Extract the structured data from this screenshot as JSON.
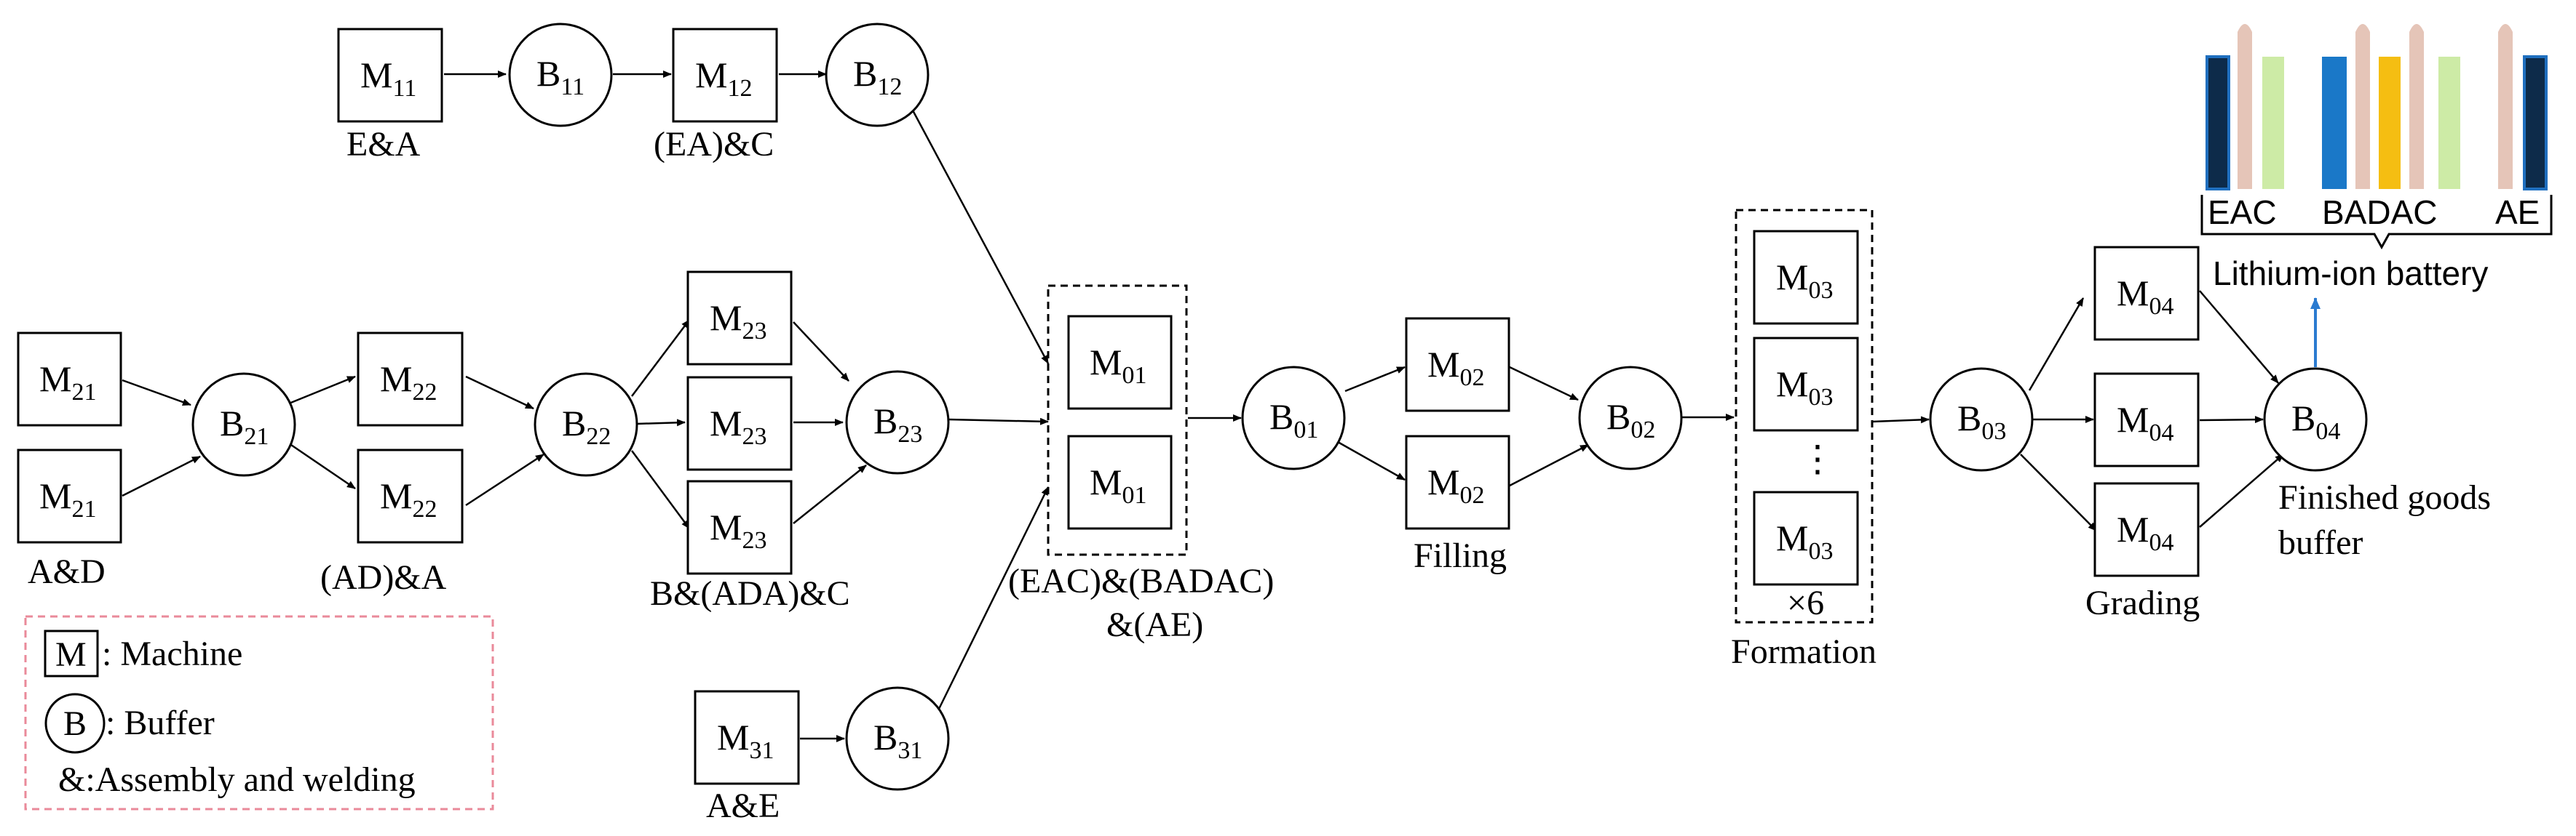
{
  "machines": {
    "M11": {
      "letter": "M",
      "sub": "11"
    },
    "M12": {
      "letter": "M",
      "sub": "12"
    },
    "M21": {
      "letter": "M",
      "sub": "21"
    },
    "M22": {
      "letter": "M",
      "sub": "22"
    },
    "M23": {
      "letter": "M",
      "sub": "23"
    },
    "M31": {
      "letter": "M",
      "sub": "31"
    },
    "M01": {
      "letter": "M",
      "sub": "01"
    },
    "M02": {
      "letter": "M",
      "sub": "02"
    },
    "M03": {
      "letter": "M",
      "sub": "03"
    },
    "M04": {
      "letter": "M",
      "sub": "04"
    }
  },
  "buffers": {
    "B11": {
      "letter": "B",
      "sub": "11"
    },
    "B12": {
      "letter": "B",
      "sub": "12"
    },
    "B21": {
      "letter": "B",
      "sub": "21"
    },
    "B22": {
      "letter": "B",
      "sub": "22"
    },
    "B23": {
      "letter": "B",
      "sub": "23"
    },
    "B31": {
      "letter": "B",
      "sub": "31"
    },
    "B01": {
      "letter": "B",
      "sub": "01"
    },
    "B02": {
      "letter": "B",
      "sub": "02"
    },
    "B03": {
      "letter": "B",
      "sub": "03"
    },
    "B04": {
      "letter": "B",
      "sub": "04"
    }
  },
  "labels": {
    "ea": "E&A",
    "ea_c": "(EA)&C",
    "ad": "A&D",
    "ad_a": "(AD)&A",
    "b_ada_c": "B&(ADA)&C",
    "ae_label": "A&E",
    "eac_badac_1": "(EAC)&(BADAC)",
    "eac_badac_2": "&(AE)",
    "filling": "Filling",
    "formation": "Formation",
    "times6": "×6",
    "vdots": "⋮",
    "grading": "Grading",
    "finished_1": "Finished goods",
    "finished_2": "buffer"
  },
  "legend": {
    "machine_symbol": "M",
    "machine_text": ": Machine",
    "buffer_symbol": "B",
    "buffer_text": ": Buffer",
    "assembly_text": "&:Assembly and welding"
  },
  "battery": {
    "caption": "Lithium-ion battery",
    "groups": [
      "EAC",
      "BADAC",
      "AE"
    ],
    "colors": {
      "dark_navy": "#0d2b4a",
      "navy_outline": "#1f6fbf",
      "pink": "#e5c5b8",
      "light_green": "#cdeba6",
      "blue": "#1a78c8",
      "yellow": "#f5be12",
      "arrow": "#2b7bd0"
    }
  }
}
